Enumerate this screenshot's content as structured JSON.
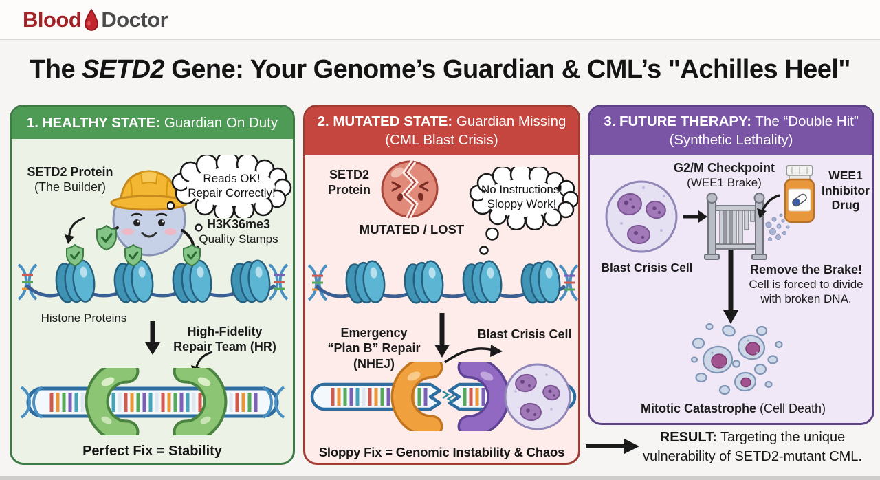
{
  "logo": {
    "blood": "Blood",
    "doctor": "Doctor",
    "drop_icon": "blood-drop"
  },
  "title": {
    "pre": "The ",
    "gene": "SETD2",
    "post": " Gene: Your Genome’s Guardian & CML’s \"Achilles Heel\""
  },
  "panels": {
    "healthy": {
      "number_title": "1. HEALTHY STATE:",
      "subtitle": " Guardian On Duty",
      "builder_label_1": "SETD2 Protein",
      "builder_label_2": "(The Builder)",
      "speech_1": "Reads OK!",
      "speech_2": "Repair Correctly!",
      "h3k_1": "H3K36me3",
      "h3k_2": "Quality Stamps",
      "histone_label": "Histone Proteins",
      "hr_1": "High-Fidelity",
      "hr_2": "Repair Team (HR)",
      "footer": "Perfect Fix = Stability"
    },
    "mutated": {
      "number_title": "2. MUTATED STATE:",
      "subtitle": " Guardian Missing",
      "subtitle_2": "(CML Blast Crisis)",
      "protein_1": "SETD2",
      "protein_2": "Protein",
      "status": "MUTATED / LOST",
      "thought_1": "No Instructions!",
      "thought_2": "Sloppy Work!",
      "nhej_1": "Emergency",
      "nhej_2": "“Plan B” Repair",
      "nhej_3": "(NHEJ)",
      "blast_label": "Blast Crisis Cell",
      "footer": "Sloppy Fix = Genomic Instability & Chaos"
    },
    "therapy": {
      "number_title": "3. FUTURE THERAPY:",
      "subtitle": " The “Double Hit”",
      "subtitle_2": "(Synthetic Lethality)",
      "checkpoint_1": "G2/M Checkpoint",
      "checkpoint_2": "(WEE1 Brake)",
      "drug_1": "WEE1",
      "drug_2": "Inhibitor",
      "drug_3": "Drug",
      "blast_label": "Blast Crisis Cell",
      "brake_1": "Remove the Brake!",
      "brake_2": "Cell is forced to divide",
      "brake_3": "with broken DNA.",
      "mitotic_1": "Mitotic Catastrophe",
      "mitotic_2": " (Cell Death)"
    }
  },
  "result": {
    "label": "RESULT:",
    "text_1": " Targeting the unique",
    "text_2": "vulnerability of SETD2-mutant CML."
  },
  "colors": {
    "healthy_header": "#4d9b55",
    "mutated_header": "#c5463e",
    "therapy_header": "#7a55a6",
    "logo_red": "#a32025",
    "logo_gray": "#4a4a4a"
  }
}
